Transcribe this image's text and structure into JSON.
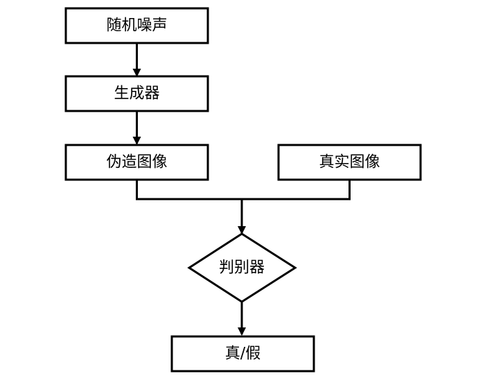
{
  "diagram": {
    "type": "flowchart",
    "nodes": {
      "random_noise": "随机噪声",
      "generator": "生成器",
      "fake_image": "伪造图像",
      "real_image": "真实图像",
      "discriminator": "判别器",
      "real_fake": "真/假"
    },
    "edges": [
      {
        "from": "random_noise",
        "to": "generator"
      },
      {
        "from": "generator",
        "to": "fake_image"
      },
      {
        "from": "fake_image",
        "to": "discriminator"
      },
      {
        "from": "real_image",
        "to": "discriminator"
      },
      {
        "from": "discriminator",
        "to": "real_fake"
      }
    ],
    "colors": {
      "stroke": "#000000",
      "background": "#ffffff"
    }
  }
}
